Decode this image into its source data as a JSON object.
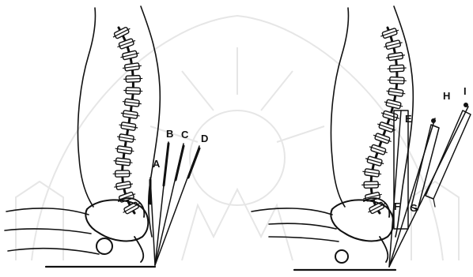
{
  "figure": {
    "left_panel": {
      "labels": [
        "A",
        "B",
        "C",
        "D"
      ]
    },
    "right_panel": {
      "labels": [
        "E",
        "F",
        "G",
        "H",
        "I"
      ]
    },
    "colors": {
      "ink": "#111111",
      "watermark": "#e6e6e6",
      "background": "#ffffff"
    }
  }
}
